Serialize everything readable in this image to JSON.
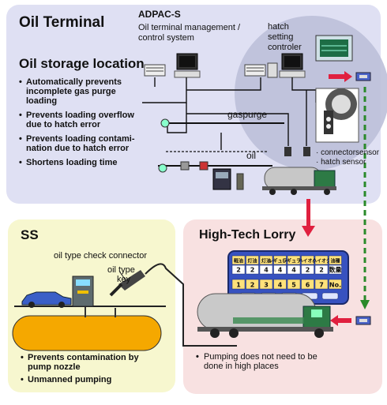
{
  "terminal": {
    "title": "Oil Terminal",
    "adpac_name": "ADPAC-S",
    "adpac_desc_1": "Oil terminal management /",
    "adpac_desc_2": "control system",
    "hatch_ctrl_1": "hatch",
    "hatch_ctrl_2": "setting",
    "hatch_ctrl_3": "controler",
    "storage_title": "Oil storage location",
    "bullets": [
      [
        "Automatically prevents",
        "incomplete gas purge",
        "loading"
      ],
      [
        "Prevents loading overflow",
        "due to hatch error"
      ],
      [
        "Prevents loading contami-",
        "nation due to hatch error"
      ],
      [
        "Shortens loading time"
      ]
    ],
    "gaspurge_label": "gaspurge",
    "oil_label": "oil",
    "connector_sensor_label": "connectorsensor",
    "hatch_sensor_label": "hatch sensor"
  },
  "ss": {
    "title": "SS",
    "connector_label": "oil type check connector",
    "key_label_1": "oil type",
    "key_label_2": "key",
    "bullets": [
      [
        "Prevents contamination by",
        "pump nozzle"
      ],
      [
        "Unmanned pumping"
      ]
    ]
  },
  "lorry": {
    "title": "High-Tech Lorry",
    "panel_row1": [
      "軽油",
      "灯油",
      "灯油",
      "レギュラー",
      "レギュラー",
      "ハイオク",
      "ハイオク",
      "油種"
    ],
    "panel_row2": [
      "2",
      "2",
      "4",
      "4",
      "4",
      "2",
      "2",
      "数量"
    ],
    "panel_row3": [
      "1",
      "2",
      "3",
      "4",
      "5",
      "6",
      "7",
      "No."
    ],
    "bullets": [
      [
        "Pumping does not need to be",
        "done in high places"
      ]
    ]
  },
  "colors": {
    "terminal_bg": "#dfe0f3",
    "ss_bg": "#f7f7cf",
    "lorry_bg": "#f8e1e1",
    "arrow_red": "#e0203f",
    "wireless_green": "#2a8a2a",
    "panel_blue": "#2e49b8"
  }
}
